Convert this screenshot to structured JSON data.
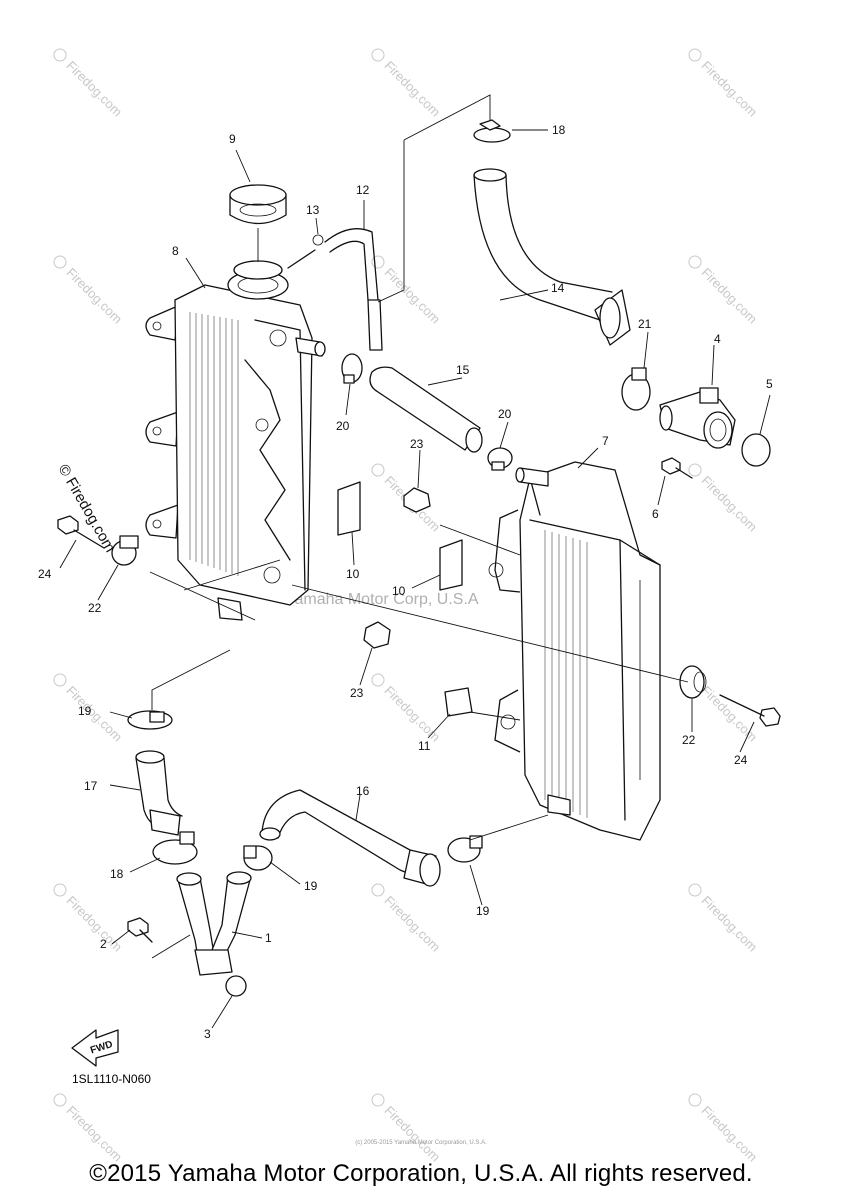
{
  "diagram": {
    "code": "1SL1110-N060",
    "fwd_label": "FWD",
    "center_watermark": "Yamaha Motor Corp, U.S.A",
    "watermark_text": "Firedog.com",
    "watermark_symbol": "©",
    "side_label": "© Firedog.com",
    "fine_print": "(c) 2005-2015 Yamaha Motor Corporation, U.S.A.",
    "copyright": "©2015 Yamaha Motor Corporation, U.S.A. All rights reserved.",
    "callouts": {
      "c1": "1",
      "c2": "2",
      "c3": "3",
      "c4": "4",
      "c5": "5",
      "c6": "6",
      "c7": "7",
      "c8": "8",
      "c9": "9",
      "c10a": "10",
      "c10b": "10",
      "c11": "11",
      "c12": "12",
      "c13": "13",
      "c14": "14",
      "c15": "15",
      "c16": "16",
      "c17": "17",
      "c18a": "18",
      "c18b": "18",
      "c19a": "19",
      "c19b": "19",
      "c19c": "19",
      "c20a": "20",
      "c20b": "20",
      "c21": "21",
      "c22a": "22",
      "c22b": "22",
      "c23a": "23",
      "c23b": "23",
      "c24a": "24",
      "c24b": "24"
    }
  }
}
